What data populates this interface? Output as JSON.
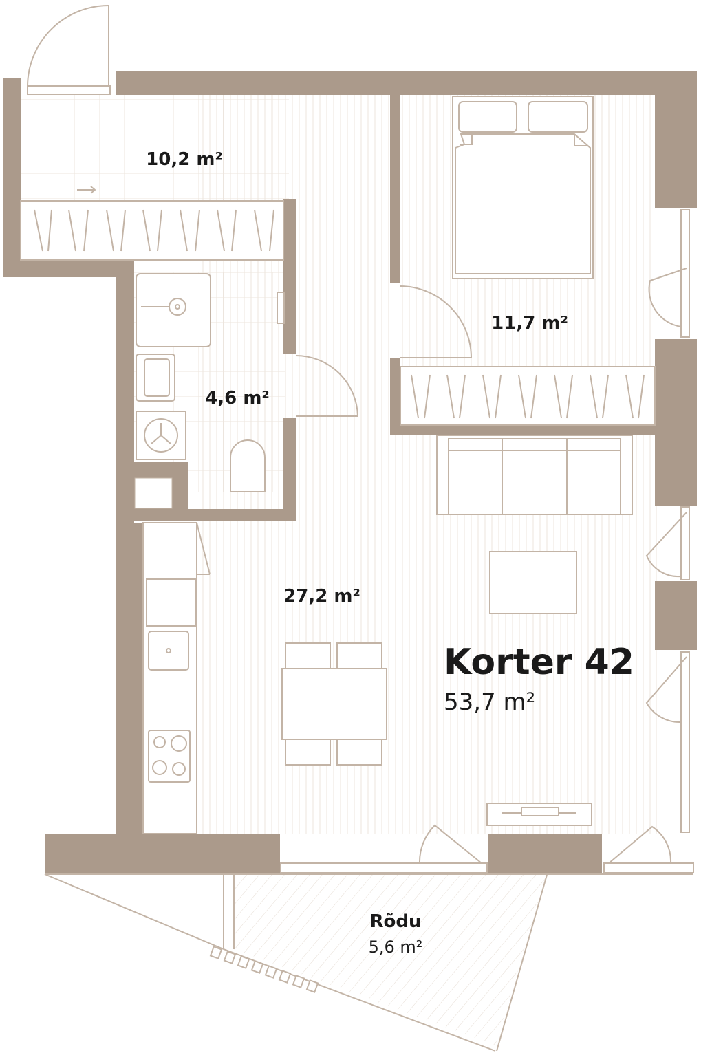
{
  "apartment": {
    "name": "Korter 42",
    "area": "53,7 m²"
  },
  "rooms": [
    {
      "id": "hall",
      "area": "10,2 m²"
    },
    {
      "id": "bedroom",
      "area": "11,7 m²"
    },
    {
      "id": "bathroom",
      "area": "4,6 m²"
    },
    {
      "id": "living",
      "area": "27,2 m²"
    }
  ],
  "balcony": {
    "name": "Rõdu",
    "area": "5,6 m²"
  },
  "colors": {
    "wall": "#ab9a8b",
    "line": "#c3b4a6",
    "hatch": "#ece5de",
    "text": "#1a1a1a"
  }
}
